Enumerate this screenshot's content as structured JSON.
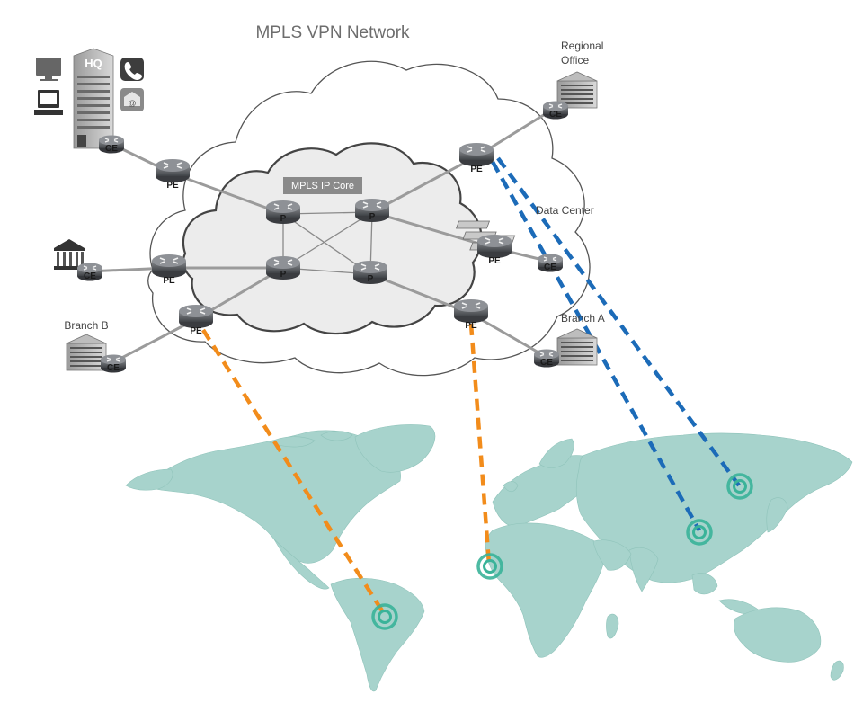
{
  "title": "MPLS VPN Network",
  "core_label": "MPLS IP Core",
  "sites": {
    "hq": "HQ",
    "regional_office": [
      "Regional",
      "Office"
    ],
    "data_center": "Data Center",
    "branch_a": "Branch A",
    "branch_b": "Branch B"
  },
  "node_labels": {
    "p": "P",
    "pe": "PE",
    "ce": "CE"
  },
  "colors": {
    "orange_link": "#f28c1b",
    "blue_link": "#1c6bb8",
    "map_land": "#a7d3cc",
    "marker": "#3ab399",
    "cloud_stroke": "#555555",
    "core_fill": "#ececec",
    "router_body": "#5f6266"
  },
  "icons": [
    "desktop-monitor-icon",
    "computer-icon",
    "phone-icon",
    "email-icon",
    "bank-icon",
    "building-icon",
    "server-stack-icon",
    "router-icon",
    "world-map-icon",
    "location-ring-icon"
  ]
}
